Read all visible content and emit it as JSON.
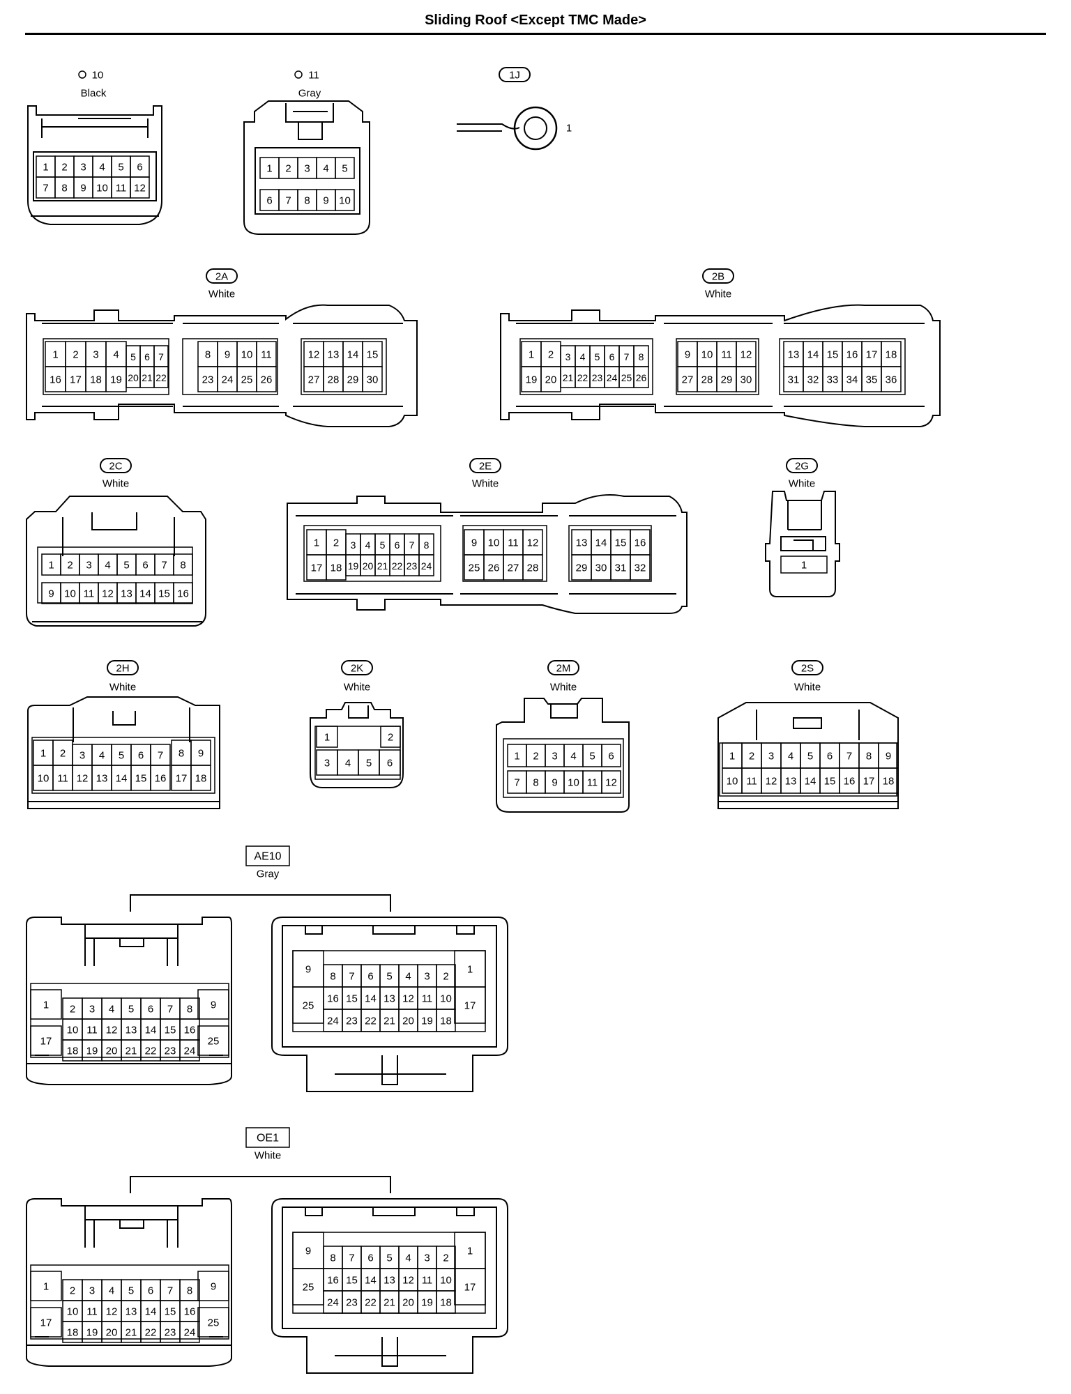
{
  "title": "Sliding Roof <Except TMC Made>",
  "connectors": [
    {
      "code": "O 10",
      "style": "plain",
      "color": "Black"
    },
    {
      "code": "O 11",
      "style": "plain",
      "color": "Gray"
    },
    {
      "code": "1J",
      "style": "oval",
      "color": "",
      "pin_label": "1"
    },
    {
      "code": "2A",
      "style": "oval",
      "color": "White"
    },
    {
      "code": "2B",
      "style": "oval",
      "color": "White"
    },
    {
      "code": "2C",
      "style": "oval",
      "color": "White"
    },
    {
      "code": "2E",
      "style": "oval",
      "color": "White"
    },
    {
      "code": "2G",
      "style": "oval",
      "color": "White"
    },
    {
      "code": "2H",
      "style": "oval",
      "color": "White"
    },
    {
      "code": "2K",
      "style": "oval",
      "color": "White"
    },
    {
      "code": "2M",
      "style": "oval",
      "color": "White"
    },
    {
      "code": "2S",
      "style": "oval",
      "color": "White"
    },
    {
      "code": "AE10",
      "style": "box",
      "color": "Gray"
    },
    {
      "code": "OE1",
      "style": "box",
      "color": "White"
    }
  ]
}
